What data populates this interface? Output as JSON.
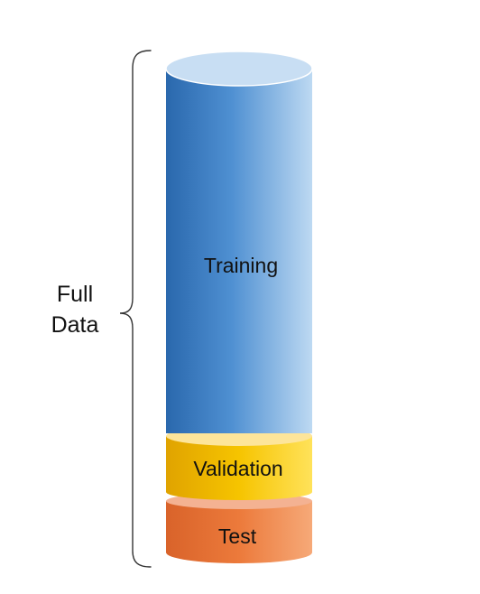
{
  "diagram": {
    "brace_label_lines": [
      "Full",
      "Data"
    ],
    "segments": [
      {
        "id": "training",
        "label": "Training"
      },
      {
        "id": "validation",
        "label": "Validation"
      },
      {
        "id": "test",
        "label": "Test"
      }
    ]
  },
  "colors": {
    "training_dark": "#2a68ad",
    "training_mid": "#4f90d2",
    "training_light": "#bdd9f2",
    "training_top": "#c8def3",
    "validation_dark": "#e0a300",
    "validation_mid": "#f6c400",
    "validation_light": "#ffe25a",
    "validation_top": "#fde59a",
    "test_dark": "#d9632a",
    "test_mid": "#ec7a3b",
    "test_light": "#f6a978",
    "test_top": "#f4b292",
    "brace": "#333333",
    "text": "#111111"
  }
}
